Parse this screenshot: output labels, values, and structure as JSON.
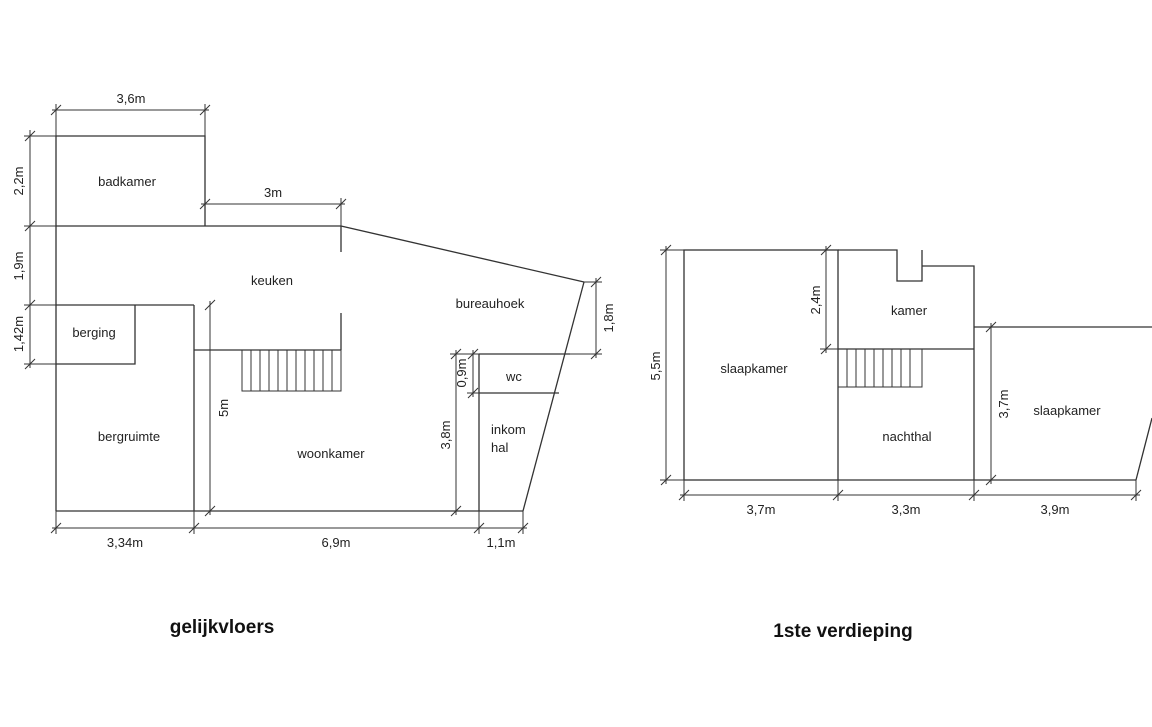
{
  "ground_floor": {
    "caption": "gelijkvloers",
    "rooms": {
      "badkamer": "badkamer",
      "keuken": "keuken",
      "berging": "berging",
      "bergruimte": "bergruimte",
      "bureauhoek": "bureauhoek",
      "woonkamer": "woonkamer",
      "wc": "wc",
      "inkom_1": "inkom",
      "inkom_2": "hal"
    },
    "dimensions": {
      "badkamer_width": "3,6m",
      "kitchen_width": "3m",
      "badkamer_depth": "2,2m",
      "keuken_depth": "1,9m",
      "berging_depth": "1,42m",
      "bureau_depth": "1,8m",
      "woon_depth": "5m",
      "wc_depth": "0,9m",
      "inkom_depth": "3,8m",
      "bottom_left": "3,34m",
      "bottom_mid": "6,9m",
      "bottom_right": "1,1m"
    }
  },
  "first_floor": {
    "caption": "1ste verdieping",
    "rooms": {
      "slaapkamer_left": "slaapkamer",
      "kamer": "kamer",
      "nachthal": "nachthal",
      "slaapkamer_right": "slaapkamer"
    },
    "dimensions": {
      "left_height": "5,5m",
      "kamer_depth": "2,4m",
      "right_height": "3,7m",
      "bottom_left": "3,7m",
      "bottom_mid": "3,3m",
      "bottom_right": "3,9m"
    }
  }
}
